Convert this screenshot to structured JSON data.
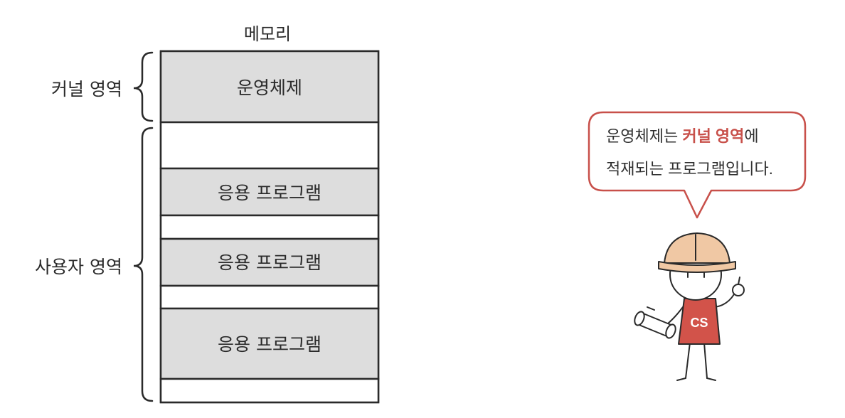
{
  "memory": {
    "title": "메모리",
    "regions": {
      "kernel": "커널 영역",
      "user": "사용자 영역"
    },
    "blocks": [
      {
        "kind": "filled",
        "label": "운영체제"
      },
      {
        "kind": "empty",
        "label": ""
      },
      {
        "kind": "filled",
        "label": "응용 프로그램"
      },
      {
        "kind": "empty",
        "label": ""
      },
      {
        "kind": "filled",
        "label": "응용 프로그램"
      },
      {
        "kind": "empty",
        "label": ""
      },
      {
        "kind": "filled",
        "label": "응용 프로그램"
      },
      {
        "kind": "empty",
        "label": ""
      }
    ]
  },
  "speech_bubble": {
    "line1_before": "운영체제는 ",
    "line1_highlight": "커널 영역",
    "line1_after": "에",
    "line2": "적재되는 프로그램입니다."
  },
  "character": {
    "shirt_text": "CS"
  },
  "colors": {
    "block_fill": "#dddddd",
    "block_empty": "#ffffff",
    "stroke": "#2a2a2a",
    "accent": "#c8504a",
    "helmet": "#f0c8a4",
    "shirt": "#d2534a"
  }
}
